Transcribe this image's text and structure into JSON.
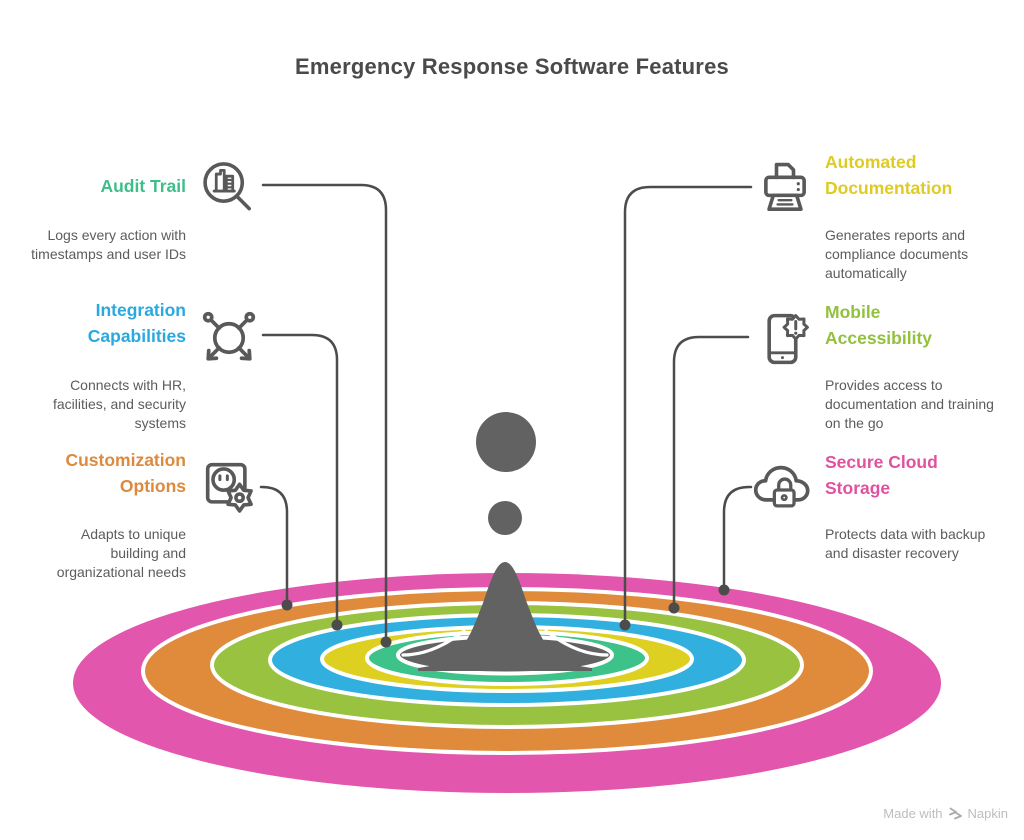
{
  "title": "Emergency Response Software Features",
  "watermark": {
    "text": "Made with",
    "brand": "Napkin"
  },
  "colors": {
    "title_text": "#4a4a4a",
    "body_text": "#5c5c5c",
    "connector": "#4c4c4c",
    "icon_stroke": "#595959",
    "splash_gray": "#626262",
    "rings": {
      "pink": "#e356ae",
      "orange": "#e08a3c",
      "lime": "#98c23f",
      "blue": "#31b0e0",
      "yellow": "#ddd021",
      "emerald": "#3dc289"
    }
  },
  "features": [
    {
      "id": "audit-trail",
      "title": "Audit Trail",
      "description": "Logs every action with timestamps and user IDs",
      "color": "#3fbe8a",
      "icon": "magnifier-document-icon"
    },
    {
      "id": "integration-capabilities",
      "title": "Integration Capabilities",
      "description": "Connects with HR, facilities, and security systems",
      "color": "#2aa9e0",
      "icon": "network-nodes-icon"
    },
    {
      "id": "customization-options",
      "title": "Customization Options",
      "description": "Adapts to unique building and organizational needs",
      "color": "#dd8a3d",
      "icon": "panel-gear-icon"
    },
    {
      "id": "automated-documentation",
      "title": "Automated Documentation",
      "description": "Generates reports and compliance documents automatically",
      "color": "#decb24",
      "icon": "printer-icon"
    },
    {
      "id": "mobile-accessibility",
      "title": "Mobile Accessibility",
      "description": "Provides access to documentation and training on the go",
      "color": "#92c13d",
      "icon": "smartphone-alert-icon"
    },
    {
      "id": "secure-cloud-storage",
      "title": "Secure Cloud Storage",
      "description": "Protects data with backup and disaster recovery",
      "color": "#e0529f",
      "icon": "cloud-lock-icon"
    }
  ]
}
